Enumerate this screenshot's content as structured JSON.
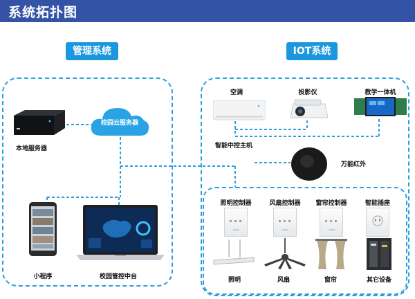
{
  "header": {
    "title": "系统拓扑图"
  },
  "left": {
    "title": "管理系统",
    "cloud_label": "校园云服务器",
    "local_server_label": "本地服务器",
    "miniapp_label": "小程序",
    "platform_label": "校园管控中台"
  },
  "right": {
    "title": "IOT系统",
    "devices_top": [
      "空调",
      "投影仪",
      "教学一体机"
    ],
    "host_label": "智能中控主机",
    "ir_label": "万能红外",
    "controllers": [
      "照明控制器",
      "风扇控制器",
      "窗帘控制器",
      "智能插座"
    ],
    "appliances": [
      "照明",
      "风扇",
      "窗帘",
      "其它设备"
    ]
  },
  "colors": {
    "header": "#3553a6",
    "accent": "#1a97de",
    "dash": "#2a9ee0"
  }
}
